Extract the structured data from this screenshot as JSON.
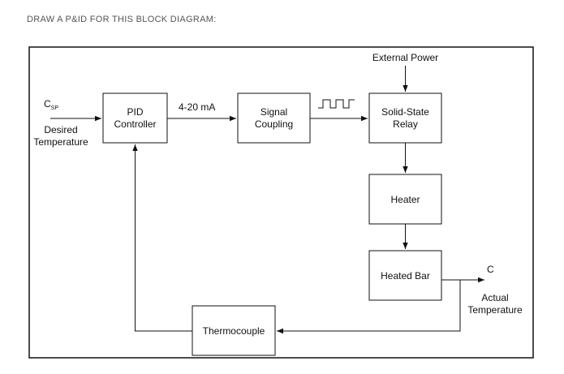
{
  "prompt": "DRAW A P&ID FOR THIS BLOCK DIAGRAM:",
  "blocks": {
    "pid": [
      "PID",
      "Controller"
    ],
    "signal": [
      "Signal",
      "Coupling"
    ],
    "relay": [
      "Solid-State",
      "Relay"
    ],
    "heater": "Heater",
    "heated_bar": "Heated Bar",
    "thermocouple": "Thermocouple"
  },
  "labels": {
    "csp_main": "C",
    "csp_sub": "SP",
    "desired": [
      "Desired",
      "Temperature"
    ],
    "current": "4-20 mA",
    "external_power": "External Power",
    "c_out": "C",
    "actual": [
      "Actual",
      "Temperature"
    ]
  }
}
